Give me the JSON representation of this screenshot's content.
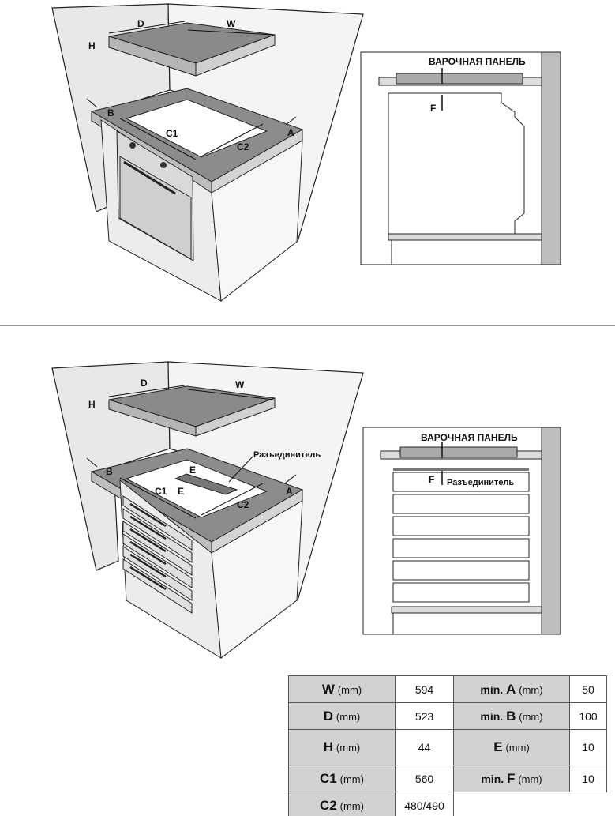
{
  "figure_top": {
    "dimension_labels": {
      "W": "W",
      "D": "D",
      "H": "H",
      "A": "A",
      "B": "B",
      "C1": "C1",
      "C2": "C2",
      "F": "F"
    },
    "section_title": "ВАРОЧНАЯ ПАНЕЛЬ"
  },
  "figure_bottom": {
    "dimension_labels": {
      "W": "W",
      "D": "D",
      "H": "H",
      "A": "A",
      "B": "B",
      "C1": "C1",
      "C2": "C2",
      "E1": "E",
      "E2": "E",
      "F": "F"
    },
    "section_title": "ВАРОЧНАЯ ПАНЕЛЬ",
    "separator_label": "Разъединитель"
  },
  "spec_table": {
    "rows": [
      {
        "l_prefix": "",
        "l_key": "W",
        "l_unit": "(mm)",
        "l_val": "594",
        "r_prefix": "min.",
        "r_key": "A",
        "r_unit": "(mm)",
        "r_val": "50"
      },
      {
        "l_prefix": "",
        "l_key": "D",
        "l_unit": "(mm)",
        "l_val": "523",
        "r_prefix": "min.",
        "r_key": "B",
        "r_unit": "(mm)",
        "r_val": "100"
      },
      {
        "l_prefix": "",
        "l_key": "H",
        "l_unit": "(mm)",
        "l_val": "44",
        "r_prefix": "",
        "r_key": "E",
        "r_unit": "(mm)",
        "r_val": "10"
      },
      {
        "l_prefix": "",
        "l_key": "C1",
        "l_unit": "(mm)",
        "l_val": "560",
        "r_prefix": "min.",
        "r_key": "F",
        "r_unit": "(mm)",
        "r_val": "10"
      },
      {
        "l_prefix": "",
        "l_key": "C2",
        "l_unit": "(mm)",
        "l_val": "480/490"
      }
    ]
  }
}
